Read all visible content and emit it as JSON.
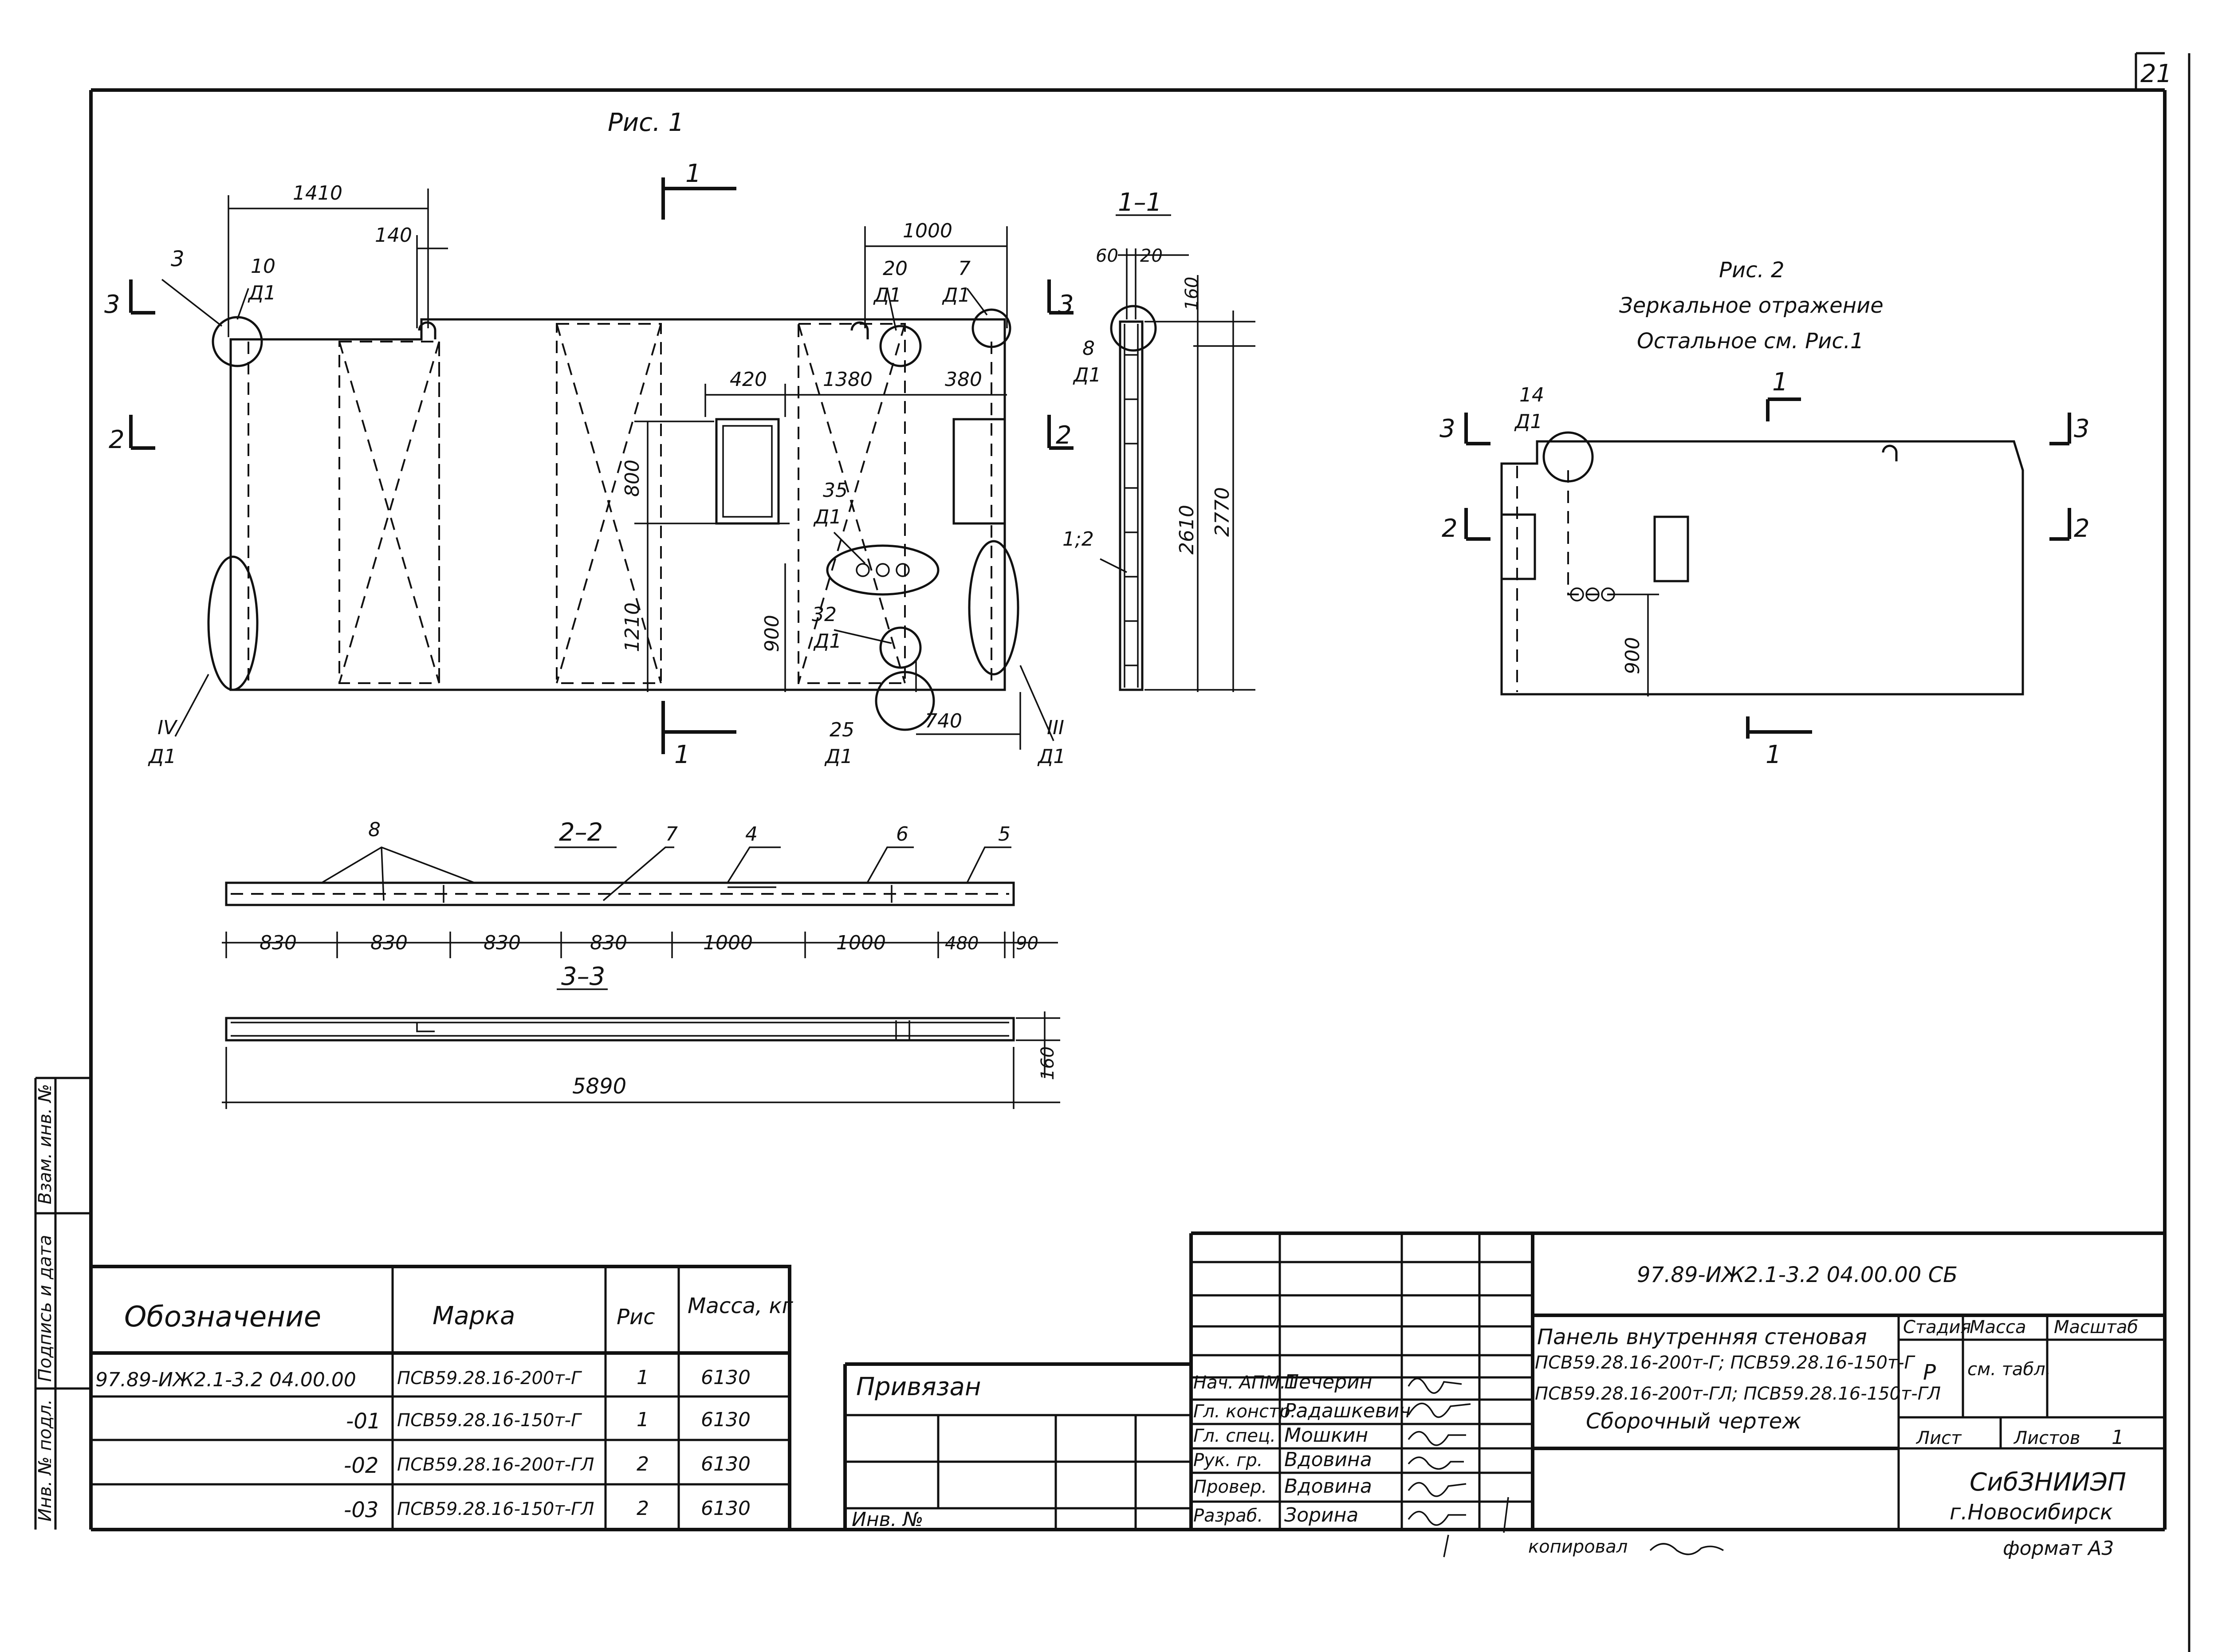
{
  "sheet": {
    "number": "21",
    "format": "формат А3",
    "copied_by": "копировал"
  },
  "fig1": {
    "title": "Рис. 1",
    "dims": [
      "1410",
      "140",
      "1000",
      "420",
      "1380",
      "380",
      "800",
      "1210",
      "900",
      "740"
    ],
    "labels": [
      "3",
      "10",
      "Д1",
      "20",
      "Д1",
      "7",
      "Д1",
      "35",
      "Д1",
      "32",
      "Д1",
      "25",
      "Д1",
      "IV",
      "Д1",
      "III",
      "Д1"
    ],
    "section_marks": [
      "1",
      "1",
      "2",
      "2",
      "3",
      "3"
    ]
  },
  "section11": {
    "title": "1–1",
    "dims": [
      "60",
      "20",
      "160",
      "2610",
      "2770"
    ],
    "labels": [
      "8",
      "Д1",
      "1;2"
    ]
  },
  "fig2": {
    "title": "Рис. 2",
    "subtitle1": "Зеркальное отражение",
    "subtitle2": "Остальное см. Рис.1",
    "labels": [
      "14",
      "Д1"
    ],
    "dims": [
      "900"
    ],
    "section_marks": [
      "1",
      "1",
      "2",
      "2",
      "3",
      "3"
    ]
  },
  "section22": {
    "title": "2–2",
    "callouts": [
      "8",
      "7",
      "4",
      "6",
      "5"
    ],
    "dims": [
      "830",
      "830",
      "830",
      "830",
      "1000",
      "1000",
      "480",
      "90"
    ]
  },
  "section33": {
    "title": "3–3",
    "dims": [
      "5890",
      "160"
    ]
  },
  "side_stamp": {
    "labels": [
      "Взам. инв. №",
      "Подпись и дата",
      "Инв. № подл."
    ]
  },
  "spec_table": {
    "headers": [
      "Обозначение",
      "Марка",
      "Рис",
      "Масса, кг"
    ],
    "rows": [
      {
        "designation": "97.89-ИЖ2.1-3.2     04.00.00",
        "mark": "ПСВ59.28.16-200т-Г",
        "fig": "1",
        "mass": "6130"
      },
      {
        "designation": "-01",
        "mark": "ПСВ59.28.16-150т-Г",
        "fig": "1",
        "mass": "6130"
      },
      {
        "designation": "-02",
        "mark": "ПСВ59.28.16-200т-ГЛ",
        "fig": "2",
        "mass": "6130"
      },
      {
        "designation": "-03",
        "mark": "ПСВ59.28.16-150т-ГЛ",
        "fig": "2",
        "mass": "6130"
      }
    ]
  },
  "binding_table": {
    "title": "Привязан",
    "inv_label": "Инв. №"
  },
  "title_block": {
    "code": "97.89-ИЖ2.1-3.2     04.00.00     СБ",
    "roles": [
      "Нач. АПМ.1",
      "Гл. констр.",
      "Гл. спец.",
      "Рук. гр.",
      "Провер.",
      "Разраб."
    ],
    "names": [
      "Печерин",
      "Радашкевич",
      "Мошкин",
      "Вдовина",
      "Вдовина",
      "Зорина"
    ],
    "description_lines": [
      "Панель внутренняя стеновая",
      "ПСВ59.28.16-200т-Г; ПСВ59.28.16-150т-Г",
      "ПСВ59.28.16-200т-ГЛ; ПСВ59.28.16-150т-ГЛ",
      "Сборочный чертеж"
    ],
    "stage_header": "Стадия",
    "mass_header": "Масса",
    "scale_header": "Масштаб",
    "stage": "Р",
    "mass_value": "см. табл.",
    "sheet_label": "Лист",
    "sheets_label": "Листов",
    "sheets_count": "1",
    "org": "СибЗНИИЭП",
    "city": "г.Новосибирск"
  }
}
